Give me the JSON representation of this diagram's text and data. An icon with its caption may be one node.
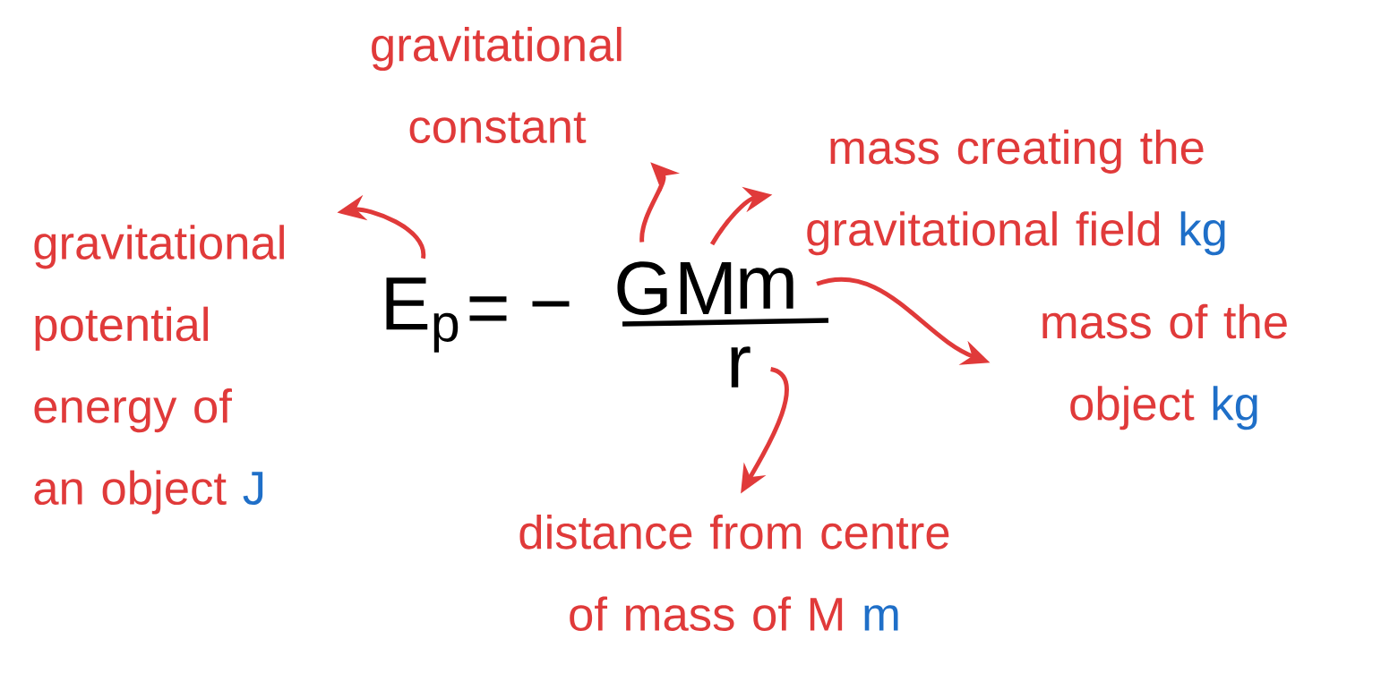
{
  "diagram": {
    "nodes": [
      {
        "text": [
          "E$_{p}$"
        ]
      },
      {
        "text": [
          "G"
        ]
      },
      {
        "text": [
          "M"
        ]
      },
      {
        "text": [
          "m"
        ]
      },
      {
        "text": [
          "r"
        ]
      },
      {
        "text": [
          "gravitational potential energy of an object",
          "J"
        ]
      },
      {
        "text": [
          "gravitational constant"
        ]
      },
      {
        "text": [
          "mass creating the gravitational field",
          "kg"
        ]
      },
      {
        "text": [
          "mass of the object",
          "kg"
        ]
      },
      {
        "text": [
          "distance from centre of mass of M",
          "m"
        ]
      }
    ],
    "edges": [
      {
        "from": 0,
        "to": 5,
        "arrow": "to"
      },
      {
        "from": 1,
        "to": 6,
        "arrow": "to"
      },
      {
        "from": 2,
        "to": 7,
        "arrow": "to"
      },
      {
        "from": 3,
        "to": 8,
        "arrow": "to"
      },
      {
        "from": 4,
        "to": 9,
        "arrow": "to"
      }
    ],
    "labels": [
      "=",
      "−"
    ]
  }
}
